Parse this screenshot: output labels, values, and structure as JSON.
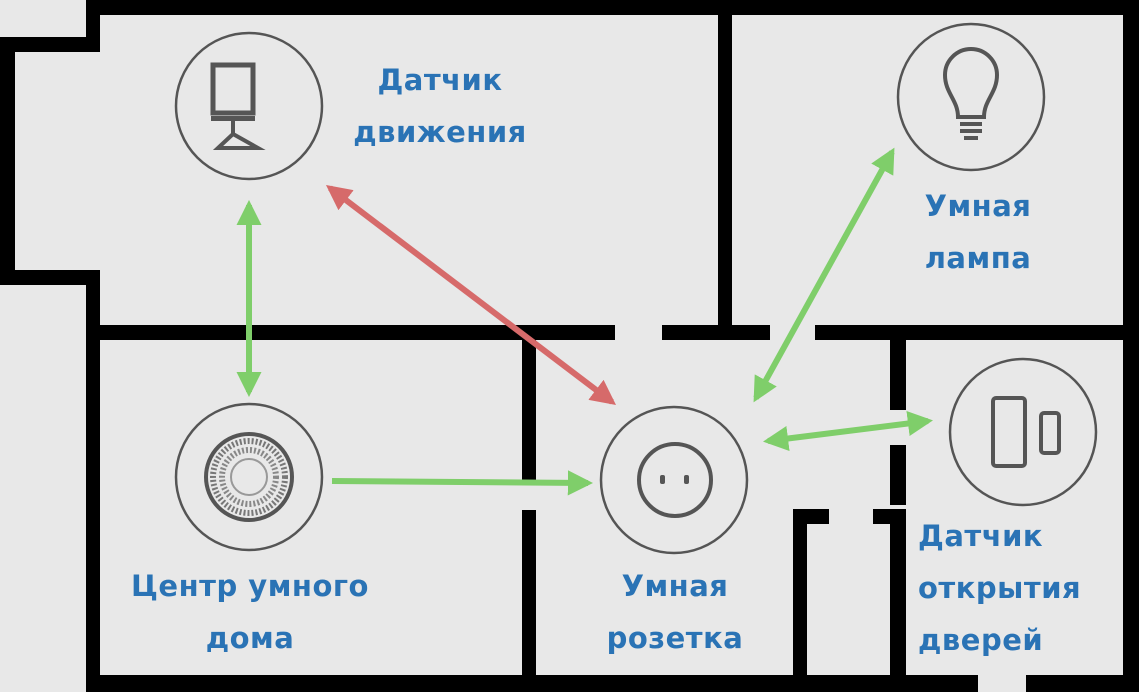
{
  "colors": {
    "wall": "#000000",
    "floor": "#e8e8e8",
    "label": "#2a73b5",
    "ok_link": "#7fce6a",
    "bad_link": "#d66a6a",
    "icon": "#555555"
  },
  "devices": [
    {
      "id": "motion",
      "icon": "motion-sensor-icon",
      "label_lines": [
        "Датчик",
        "движения"
      ]
    },
    {
      "id": "lamp",
      "icon": "light-bulb-icon",
      "label_lines": [
        "Умная",
        "лампа"
      ]
    },
    {
      "id": "hub",
      "icon": "hub-icon",
      "label_lines": [
        "Центр умного",
        "дома"
      ]
    },
    {
      "id": "socket",
      "icon": "socket-icon",
      "label_lines": [
        "Умная",
        "розетка"
      ]
    },
    {
      "id": "door",
      "icon": "door-sensor-icon",
      "label_lines": [
        "Датчик",
        "открытия",
        "дверей"
      ]
    }
  ],
  "links": [
    {
      "from": "motion",
      "to": "hub",
      "status": "ok",
      "direction": "both"
    },
    {
      "from": "motion",
      "to": "socket",
      "status": "bad",
      "direction": "both"
    },
    {
      "from": "hub",
      "to": "socket",
      "status": "ok",
      "direction": "one-way"
    },
    {
      "from": "lamp",
      "to": "socket",
      "status": "ok",
      "direction": "both"
    },
    {
      "from": "door",
      "to": "socket",
      "status": "ok",
      "direction": "both"
    }
  ]
}
